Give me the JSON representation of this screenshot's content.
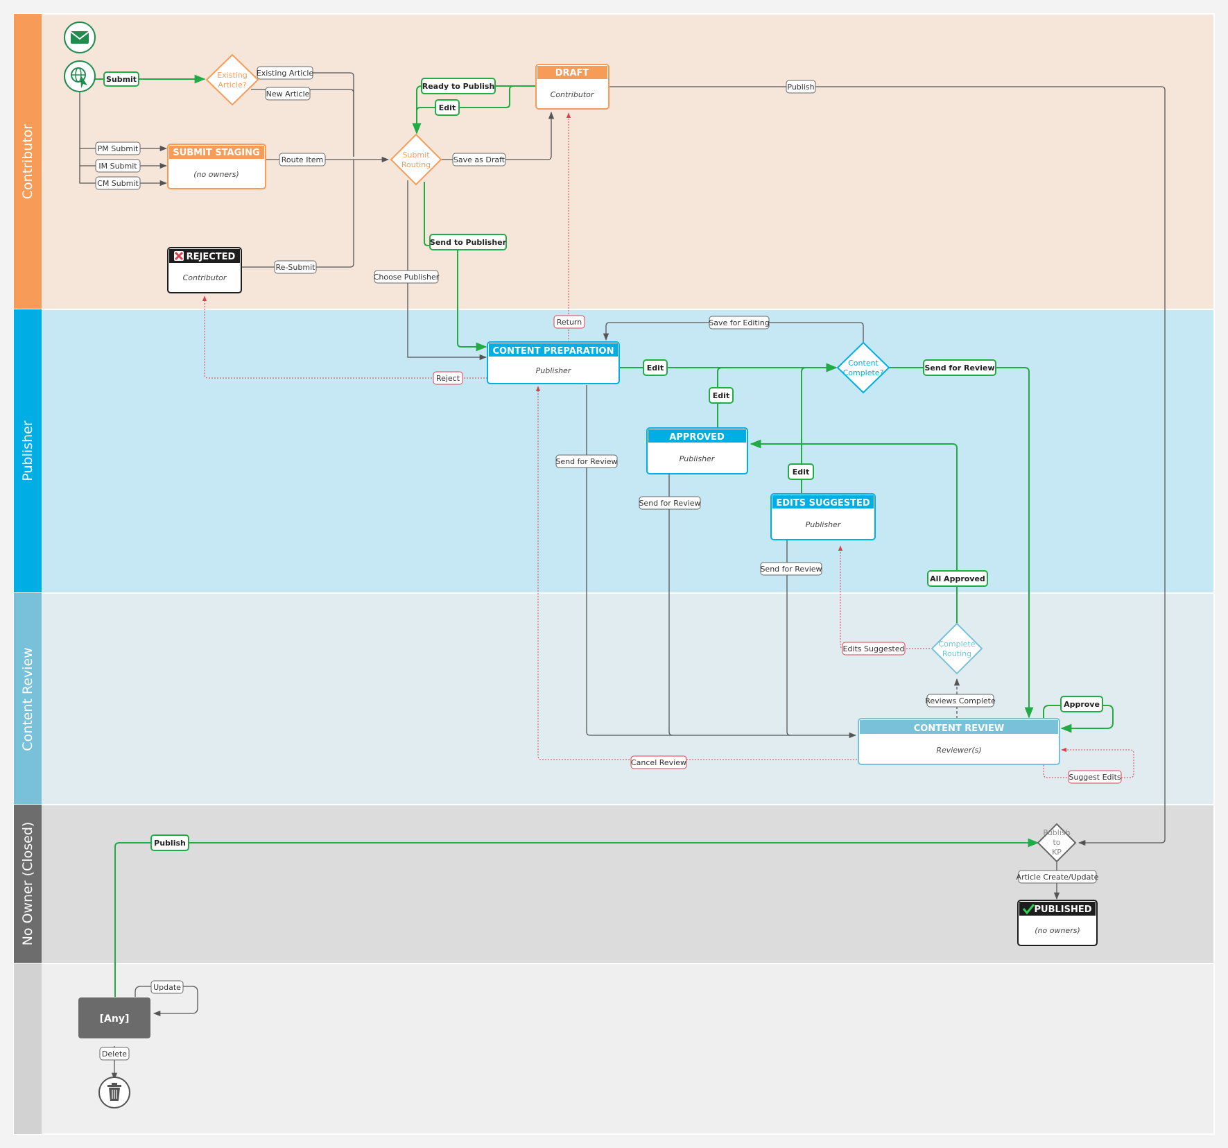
{
  "lanes": [
    {
      "label": "Contributor"
    },
    {
      "label": "Publisher"
    },
    {
      "label": "Content Review"
    },
    {
      "label": "No Owner (Closed)"
    },
    {
      "label": ""
    }
  ],
  "colors": {
    "contributor_accent": "#f79c58",
    "contributor_bg": "#f6e6da",
    "publisher_accent": "#00aee6",
    "publisher_bg": "#c6e8f4",
    "review_accent": "#78c1d8",
    "review_bg": "#e0ecf0",
    "closed_accent": "#6d6d6d",
    "closed_bg": "#dcdcdc",
    "last_accent": "#d2d2d2",
    "last_bg": "#efefef",
    "green": "#22aa44",
    "red": "#d9414c",
    "dark": "#1d1d1d",
    "any_box": "#6b6b6b"
  },
  "states": {
    "draft": {
      "title": "DRAFT",
      "owner": "Contributor"
    },
    "submit_staging": {
      "title": "SUBMIT STAGING",
      "owner": "(no owners)"
    },
    "rejected": {
      "title": "REJECTED",
      "owner": "Contributor"
    },
    "content_preparation": {
      "title": "CONTENT PREPARATION",
      "owner": "Publisher"
    },
    "approved": {
      "title": "APPROVED",
      "owner": "Publisher"
    },
    "edits_suggested": {
      "title": "EDITS SUGGESTED",
      "owner": "Publisher"
    },
    "content_review": {
      "title": "CONTENT REVIEW",
      "owner": "Reviewer(s)"
    },
    "published": {
      "title": "PUBLISHED",
      "owner": "(no owners)"
    },
    "any": {
      "title": "[Any]"
    }
  },
  "decisions": {
    "existing_article": [
      "Existing",
      "Article?"
    ],
    "submit_routing": [
      "Submit",
      "Routing"
    ],
    "content_complete": [
      "Content",
      "Complete?"
    ],
    "complete_routing": [
      "Complete",
      "Routing"
    ],
    "publish_to_kp": [
      "Publish",
      "to",
      "KP"
    ]
  },
  "icons": {
    "email": "envelope-icon",
    "web": "globe-cursor-icon",
    "rejected": "red-x-icon",
    "published": "green-check-icon",
    "delete": "trash-icon"
  },
  "labels": {
    "submit": "Submit",
    "existing_article": "Existing Article",
    "new_article": "New Article",
    "pm_submit": "PM Submit",
    "im_submit": "IM Submit",
    "cm_submit": "CM Submit",
    "route_item": "Route Item",
    "save_as_draft": "Save as Draft",
    "ready_to_publish": "Ready to Publish",
    "edit_draft": "Edit",
    "publish_draft": "Publish",
    "send_to_publisher": "Send to Publisher",
    "choose_publisher": "Choose Publisher",
    "re_submit": "Re-Submit",
    "return": "Return",
    "save_for_editing": "Save for Editing",
    "reject": "Reject",
    "edit_prep": "Edit",
    "edit_approved": "Edit",
    "edit_suggested": "Edit",
    "send_for_review_main": "Send for Review",
    "send_for_review_prep": "Send for Review",
    "send_for_review_approved": "Send for Review",
    "send_for_review_edits": "Send for Review",
    "all_approved": "All Approved",
    "edits_suggested": "Edits Suggested",
    "reviews_complete": "Reviews Complete",
    "approve": "Approve",
    "suggest_edits": "Suggest Edits",
    "cancel_review": "Cancel Review",
    "publish_any": "Publish",
    "article_create_update": "Article Create/Update",
    "update": "Update",
    "delete": "Delete"
  }
}
